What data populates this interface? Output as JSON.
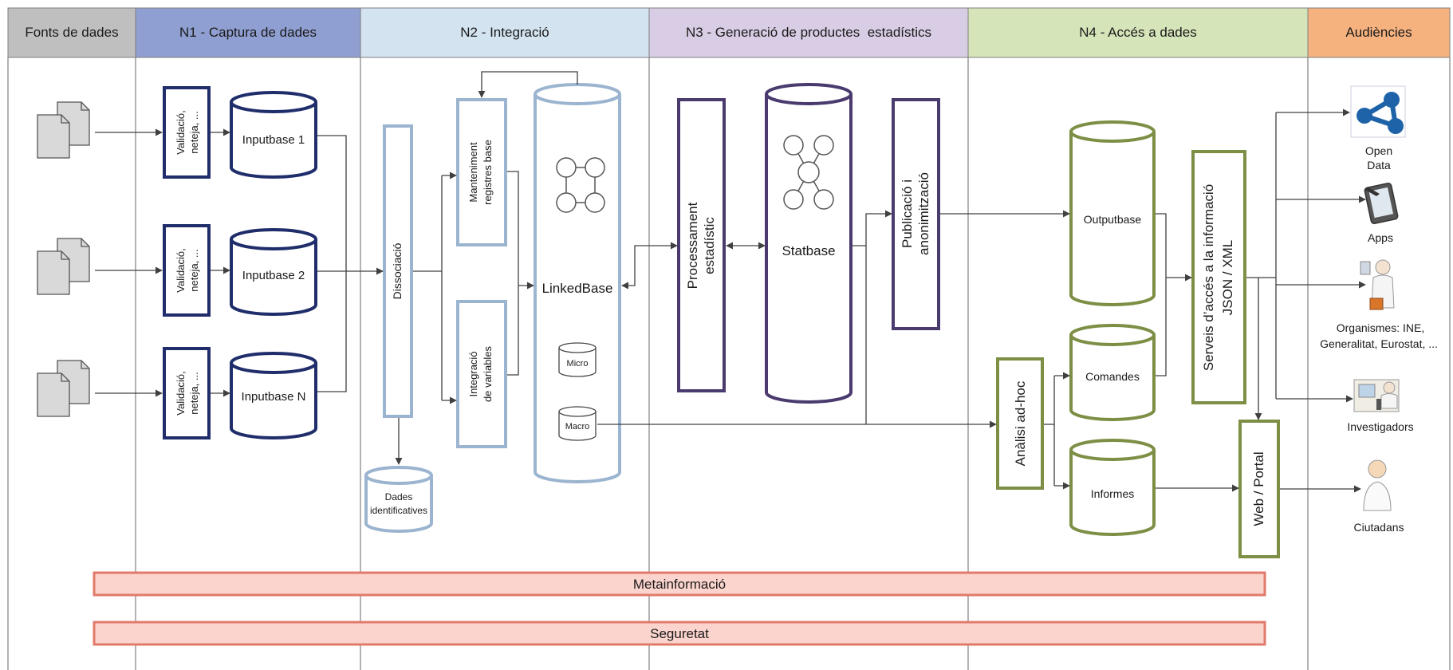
{
  "lanes": {
    "fonts": "Fonts de dades",
    "n1": "N1 - Captura de dades",
    "n2": "N2 - Integració",
    "n3": "N3 - Generació de productes  estadístics",
    "n4": "N4 - Accés a dades",
    "aud": "Audiències"
  },
  "n1": {
    "validation": "Validació, neteja, ...",
    "inputbase_1": "Inputbase 1",
    "inputbase_2": "Inputbase 2",
    "inputbase_n": "Inputbase N"
  },
  "n2": {
    "dissociacio": "Dissociació",
    "manteniment": "Manteniment registres base",
    "integracio": "Integració de variables",
    "linkedbase": "LinkedBase",
    "micro": "Micro",
    "macro": "Macro",
    "dades_ident": "Dades identificatives"
  },
  "n3": {
    "processament": "Processament estadístic",
    "statbase": "Statbase",
    "publicacio": "Publicació i anonimització"
  },
  "n4": {
    "outputbase": "Outputbase",
    "comandes": "Comandes",
    "informes": "Informes",
    "analisi": "Anàlisi ad-hoc",
    "serveis": "Serveis d'accés a la informació JSON / XML",
    "web": "Web / Portal"
  },
  "audiences": {
    "open_data": "Open Data",
    "apps": "Apps",
    "organismes": "Organismes: INE, Generalitat, Eurostat, ...",
    "investigadors": "Investigadors",
    "ciutadans": "Ciutadans"
  },
  "bars": {
    "meta": "Metainformació",
    "seguretat": "Seguretat"
  },
  "colors": {
    "n1_header": "#8f9fd1",
    "n2_header": "#d3e3f0",
    "n3_header": "#d8cde4",
    "n4_header": "#d6e4b9",
    "aud_header": "#f5b27f",
    "fonts_header": "#bfbfbf",
    "n1_stroke": "#1f2d6b",
    "n2_stroke": "#9bb4cf",
    "n3_stroke": "#4a3a6e",
    "n4_stroke": "#7c8f45",
    "bar_fill": "#fbd4cd",
    "bar_stroke": "#e07a6a"
  }
}
